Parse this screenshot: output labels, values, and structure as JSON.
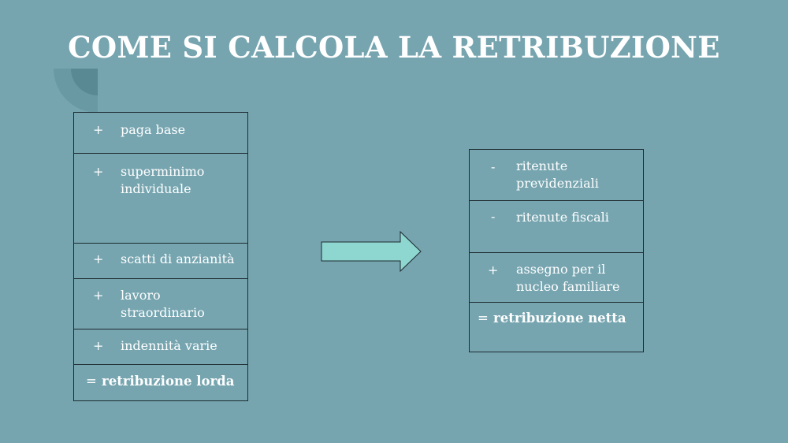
{
  "slide": {
    "title": "COME SI CALCOLA LA RETRIBUZIONE",
    "colors": {
      "background": "#76a5b0",
      "arrow_fill": "#8ed6d0",
      "border": "#1d2b30",
      "deco": "#5f8f99"
    }
  },
  "left_table": {
    "rows": [
      {
        "symbol": "+",
        "text": "paga base"
      },
      {
        "symbol": "+",
        "text": "superminimo individuale"
      },
      {
        "symbol": "+",
        "text": "scatti di anzianità"
      },
      {
        "symbol": "+",
        "text": "lavoro straordinario"
      },
      {
        "symbol": "+",
        "text": "indennità varie"
      }
    ],
    "total": {
      "symbol": "=",
      "text": "retribuzione lorda"
    }
  },
  "right_table": {
    "rows": [
      {
        "symbol": "-",
        "text": "ritenute previdenziali"
      },
      {
        "symbol": "-",
        "text": "ritenute fiscali"
      },
      {
        "symbol": "+",
        "text": "assegno per il nucleo familiare"
      }
    ],
    "total": {
      "symbol": "=",
      "text": "retribuzione netta"
    }
  },
  "arrow": {
    "icon": "right-arrow-icon"
  }
}
